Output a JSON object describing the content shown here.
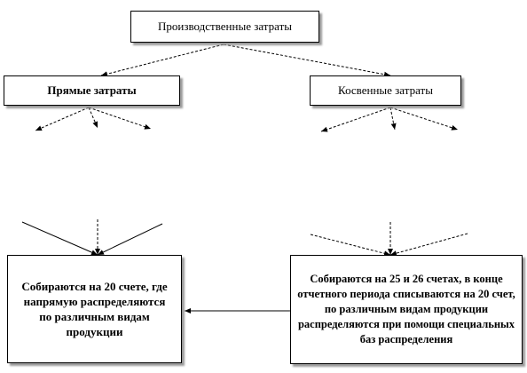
{
  "nodes": {
    "production_costs": "Производственные затраты",
    "direct_costs": "Прямые затраты",
    "indirect_costs": "Косвенные затраты",
    "collected_account_20": "Собираются на 20 счете, где напрямую распределяются по различным видам продукции",
    "collected_accounts_25_26": "Собираются на 25 и 26 счетах, в конце отчетного периода списываются на 20 счет, по различным видам продукции распределяются при помощи специальных баз распределения"
  }
}
